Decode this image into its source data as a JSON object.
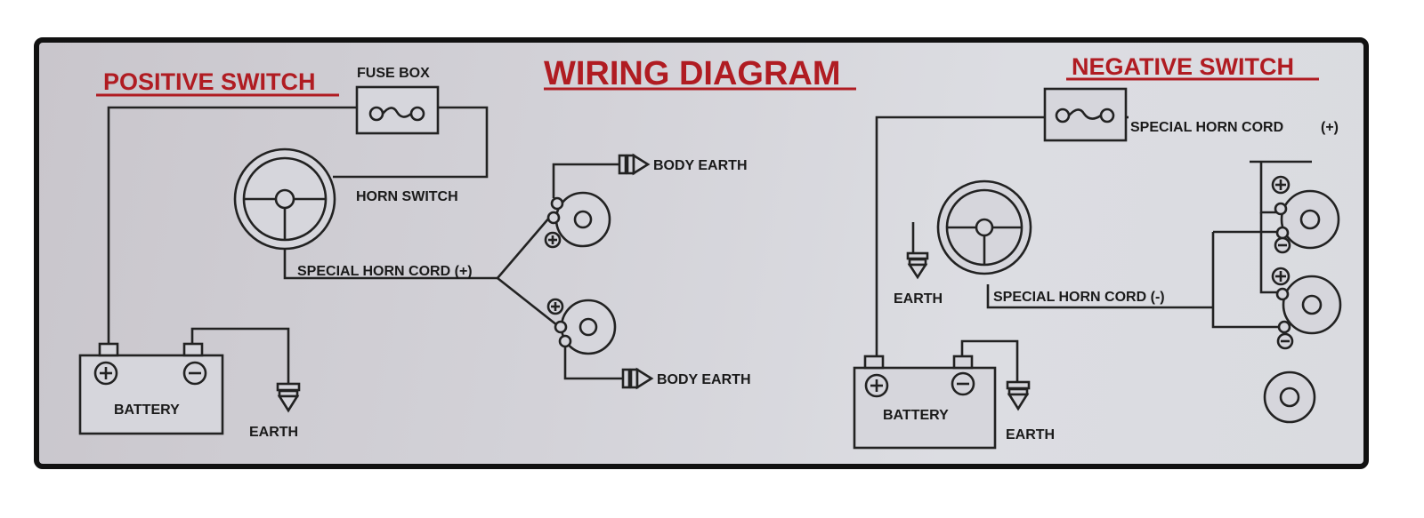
{
  "title": "WIRING DIAGRAM",
  "colors": {
    "title_red": "#b01c22",
    "panel_bg": "#d6d6dc",
    "line": "#222222",
    "frame": "#111111"
  },
  "positive": {
    "heading": "POSITIVE SWITCH",
    "fuse_box": "FUSE BOX",
    "horn_switch": "HORN SWITCH",
    "cord": "SPECIAL HORN CORD (+)",
    "body_earth_top": "BODY EARTH",
    "body_earth_bottom": "BODY EARTH",
    "battery": "BATTERY",
    "earth": "EARTH"
  },
  "negative": {
    "heading": "NEGATIVE SWITCH",
    "cord_pos": "SPECIAL HORN CORD",
    "plus_mark": "(+)",
    "cord_neg": "SPECIAL HORN CORD  (-)",
    "earth_switch": "EARTH",
    "battery": "BATTERY",
    "earth_battery": "EARTH"
  },
  "icons": [
    "steering-wheel-icon",
    "fuse-icon",
    "horn-icon",
    "battery-icon",
    "earth-symbol-icon",
    "body-earth-icon",
    "plus-terminal-icon",
    "minus-terminal-icon"
  ]
}
